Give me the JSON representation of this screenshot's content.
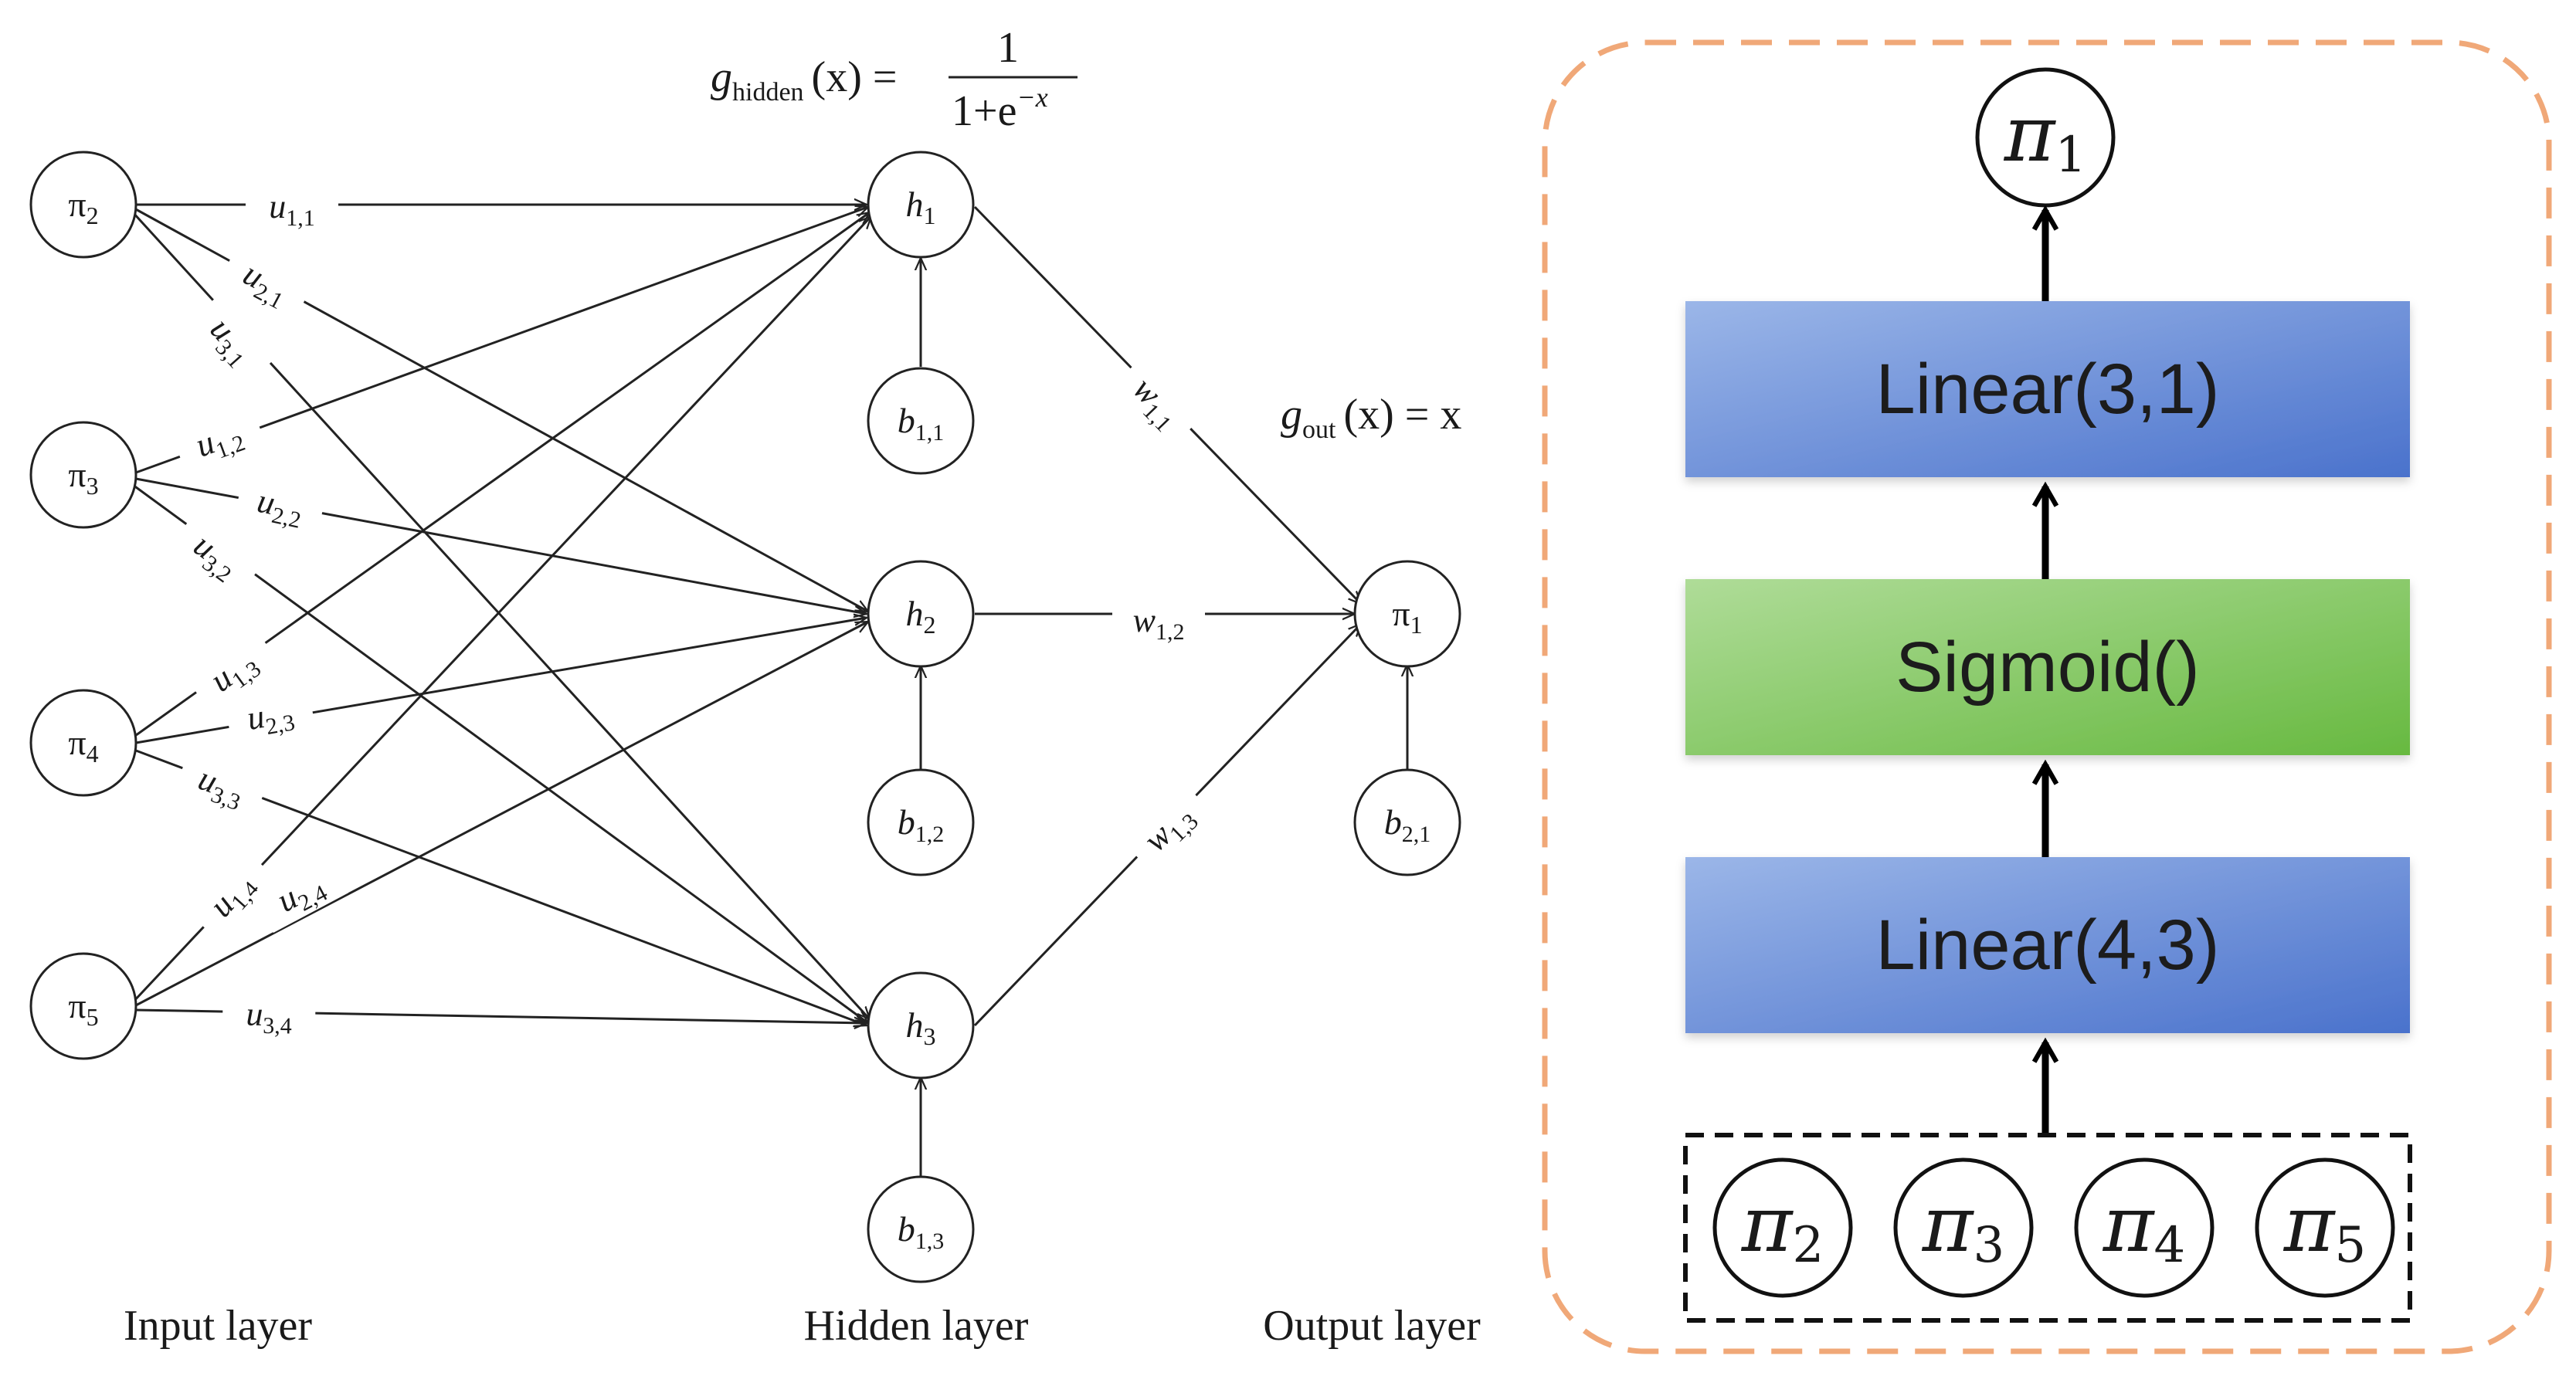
{
  "left_network": {
    "formulas": {
      "hidden": {
        "g": "g",
        "sub": "hidden",
        "arg": "(x) =",
        "numerator": "1",
        "denominator": "1+e",
        "exponent": "−x"
      },
      "output": {
        "g": "g",
        "sub": "out",
        "arg": "(x) = x"
      }
    },
    "input_nodes": [
      {
        "sym": "π",
        "sub": "2"
      },
      {
        "sym": "π",
        "sub": "3"
      },
      {
        "sym": "π",
        "sub": "4"
      },
      {
        "sym": "π",
        "sub": "5"
      }
    ],
    "hidden_nodes": [
      {
        "sym": "h",
        "sub": "1"
      },
      {
        "sym": "h",
        "sub": "2"
      },
      {
        "sym": "h",
        "sub": "3"
      }
    ],
    "hidden_bias_nodes": [
      {
        "sym": "b",
        "sub": "1,1"
      },
      {
        "sym": "b",
        "sub": "1,2"
      },
      {
        "sym": "b",
        "sub": "1,3"
      }
    ],
    "output_node": {
      "sym": "π",
      "sub": "1"
    },
    "output_bias_node": {
      "sym": "b",
      "sub": "2,1"
    },
    "input_weight_labels": [
      {
        "sym": "u",
        "sub": "1,1"
      },
      {
        "sym": "u",
        "sub": "2,1"
      },
      {
        "sym": "u",
        "sub": "3,1"
      },
      {
        "sym": "u",
        "sub": "1,2"
      },
      {
        "sym": "u",
        "sub": "2,2"
      },
      {
        "sym": "u",
        "sub": "3,2"
      },
      {
        "sym": "u",
        "sub": "1,3"
      },
      {
        "sym": "u",
        "sub": "2,3"
      },
      {
        "sym": "u",
        "sub": "3,3"
      },
      {
        "sym": "u",
        "sub": "1,4"
      },
      {
        "sym": "u",
        "sub": "2,4"
      },
      {
        "sym": "u",
        "sub": "3,4"
      }
    ],
    "output_weight_labels": [
      {
        "sym": "w",
        "sub": "1,1"
      },
      {
        "sym": "w",
        "sub": "1,2"
      },
      {
        "sym": "w",
        "sub": "1,3"
      }
    ],
    "layer_labels": {
      "input": "Input layer",
      "hidden": "Hidden layer",
      "output": "Output layer"
    }
  },
  "right_stack": {
    "output_node": {
      "sym": "π",
      "sub": "1"
    },
    "blocks": [
      {
        "label": "Linear(3,1)",
        "kind": "linear"
      },
      {
        "label": "Sigmoid()",
        "kind": "activation"
      },
      {
        "label": "Linear(4,3)",
        "kind": "linear"
      }
    ],
    "input_nodes": [
      {
        "sym": "π",
        "sub": "2"
      },
      {
        "sym": "π",
        "sub": "3"
      },
      {
        "sym": "π",
        "sub": "4"
      },
      {
        "sym": "π",
        "sub": "5"
      }
    ],
    "colors": {
      "linear_light": "#93b0e6",
      "linear_dark": "#4a74cf",
      "activation_light": "#a8d98e",
      "activation_dark": "#6bbd48",
      "dashed_border": "#f0a878",
      "input_box_border": "#222222"
    }
  }
}
